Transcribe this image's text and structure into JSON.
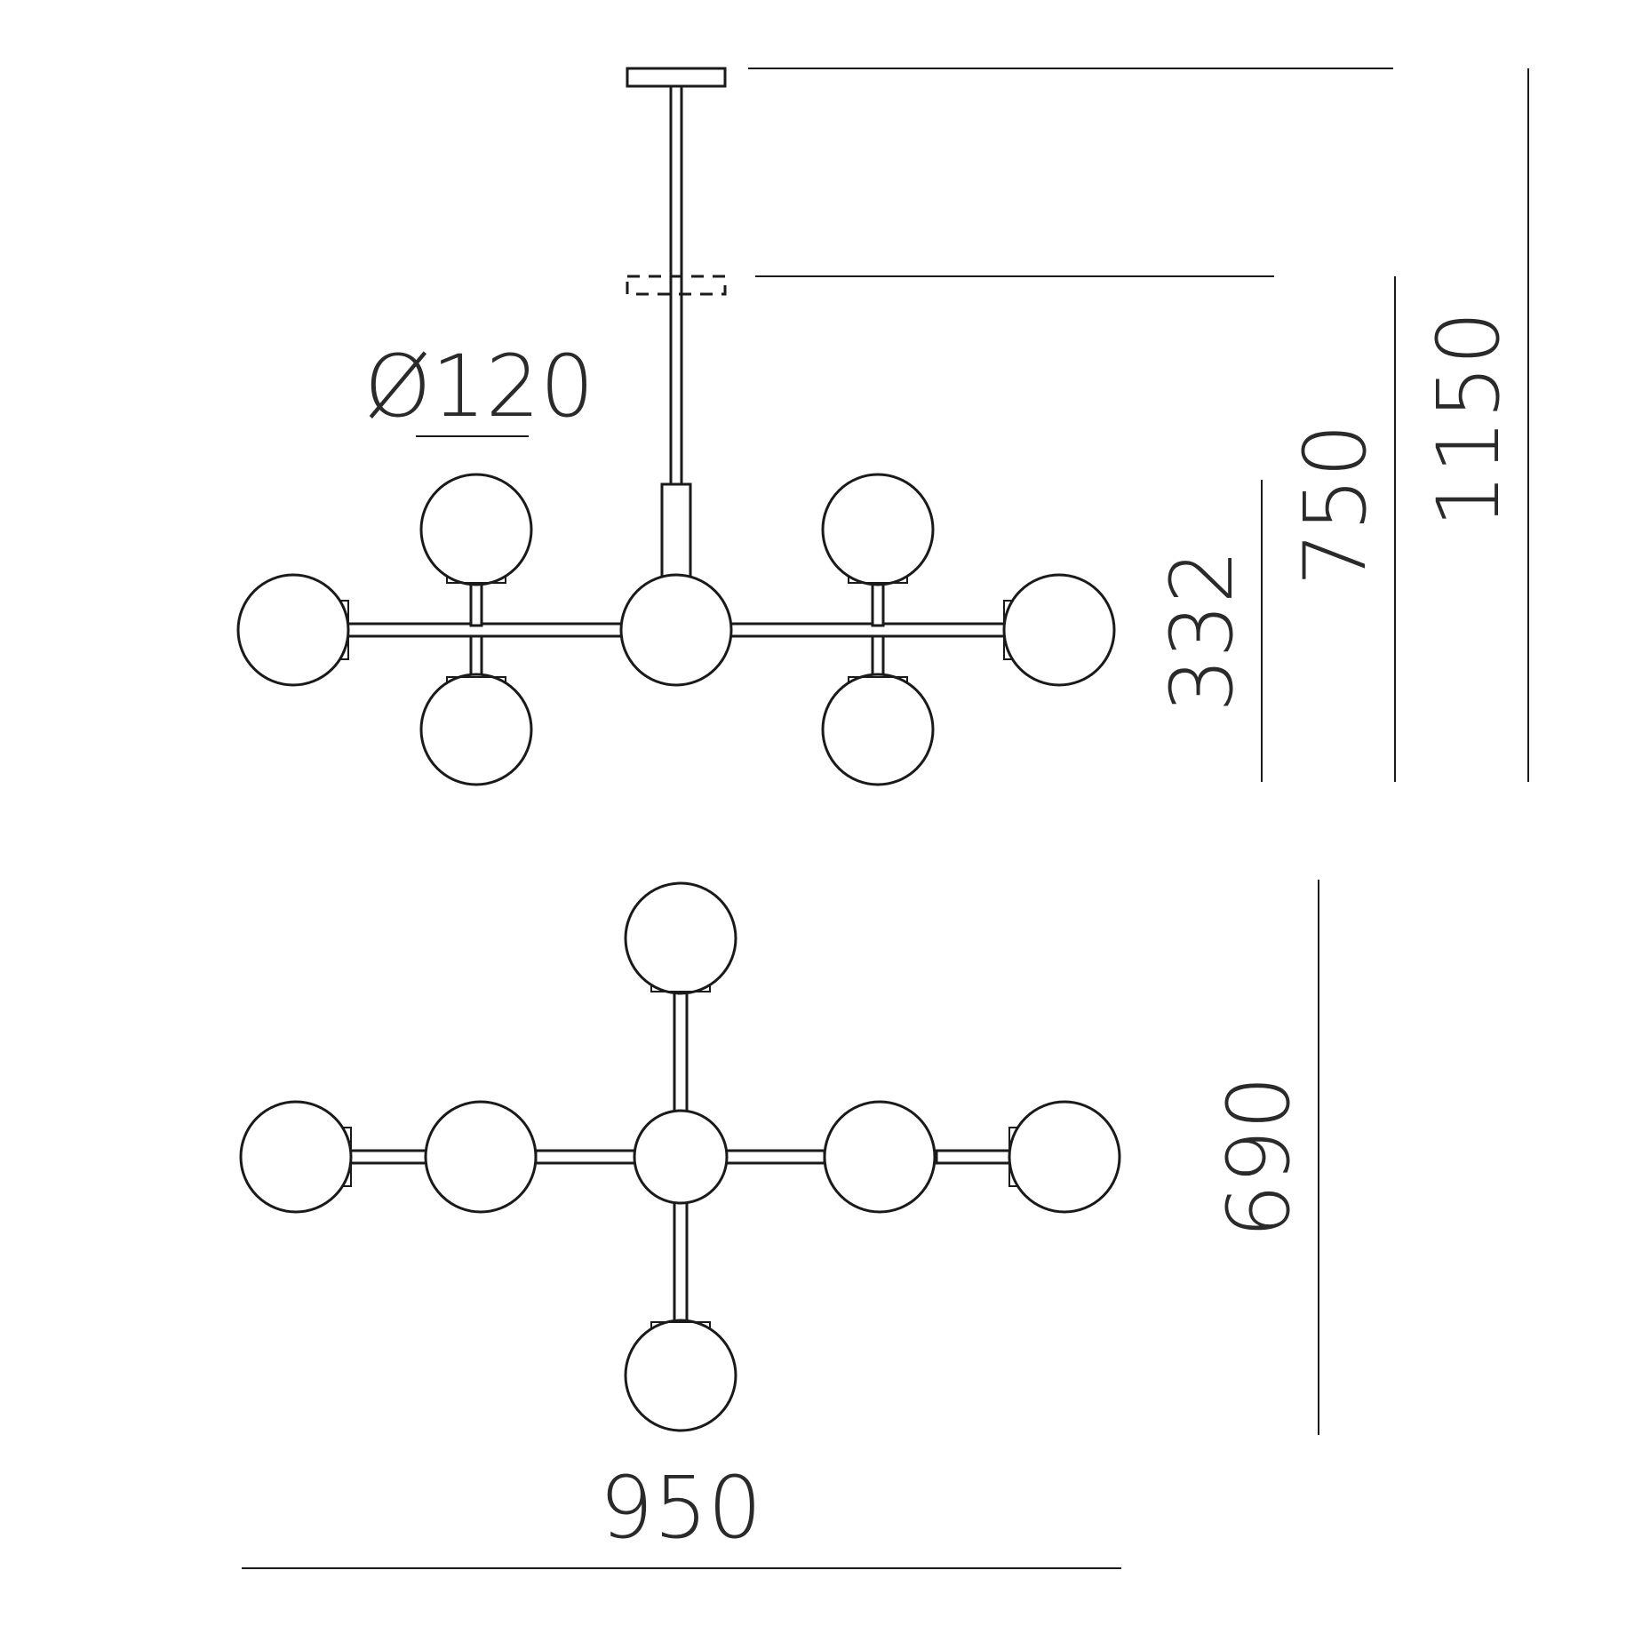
{
  "labels": {
    "globe_diameter": "Ø120",
    "body_height": "332",
    "min_height": "750",
    "max_height": "1150",
    "depth": "690",
    "width": "950"
  }
}
